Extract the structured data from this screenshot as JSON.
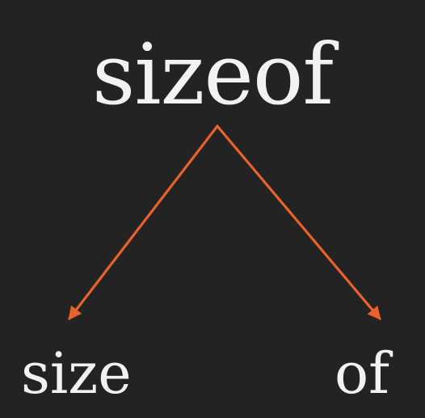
{
  "words": {
    "top": "sizeof",
    "left": "size",
    "right": "of"
  },
  "colors": {
    "background": "#232323",
    "text": "#f2f2f2",
    "arrow": "#e8622a"
  }
}
